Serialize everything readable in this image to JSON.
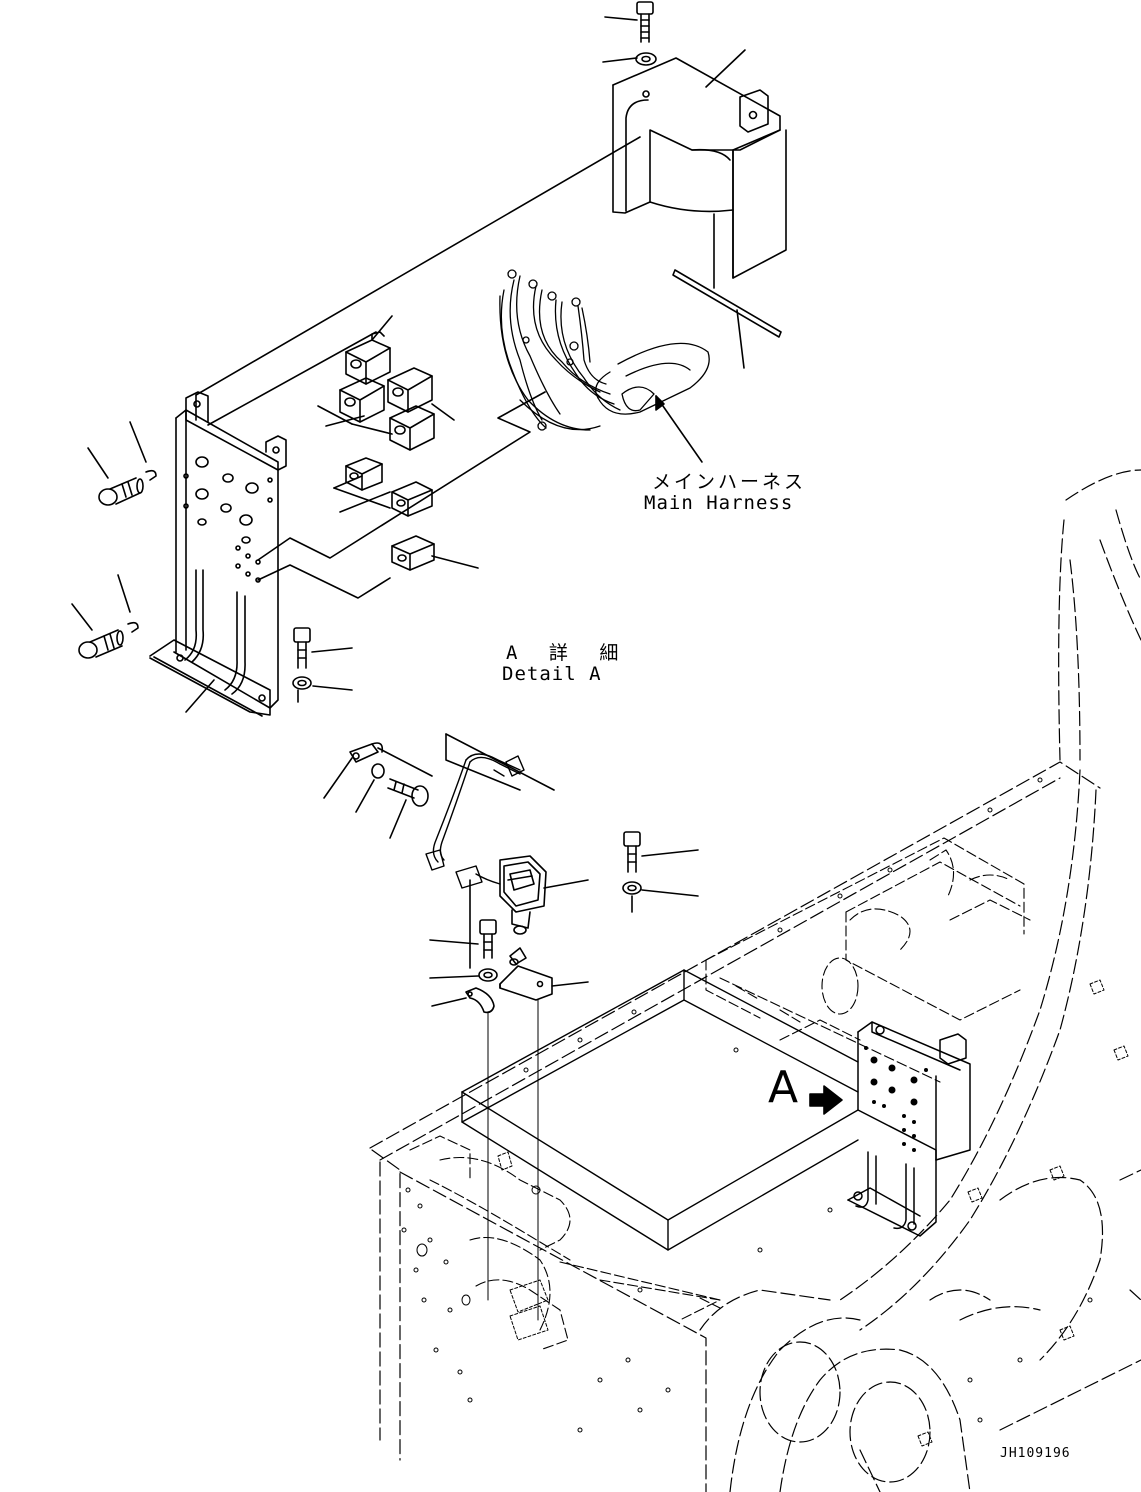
{
  "labels": {
    "main_harness_jp": "メインハーネス",
    "main_harness_en": "Main Harness",
    "detail_jp": "A 詳 細",
    "detail_en": "Detail A",
    "view_marker": "A",
    "drawing_number": "JH109196"
  },
  "colors": {
    "line": "#000000",
    "background": "#ffffff"
  }
}
